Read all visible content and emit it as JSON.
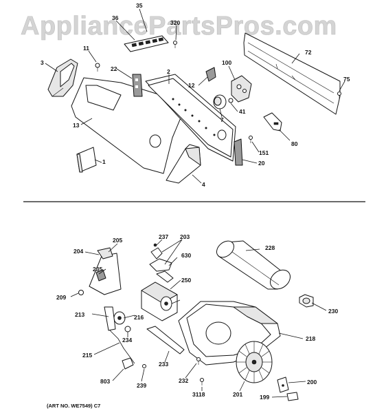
{
  "watermark": "AppliancePartsPros.com",
  "art_number": "(ART NO. WE7549) C7",
  "callouts_upper": [
    "35",
    "36",
    "320",
    "72",
    "11",
    "3",
    "22",
    "2",
    "100",
    "12",
    "75",
    "41",
    "7",
    "13",
    "151",
    "80",
    "1",
    "20",
    "4"
  ],
  "callouts_lower": [
    "205",
    "204",
    "237",
    "203",
    "630",
    "228",
    "235",
    "250",
    "209",
    "230",
    "213",
    "216",
    "218",
    "234",
    "215",
    "233",
    "232",
    "803",
    "239",
    "200",
    "3118",
    "201",
    "199"
  ]
}
